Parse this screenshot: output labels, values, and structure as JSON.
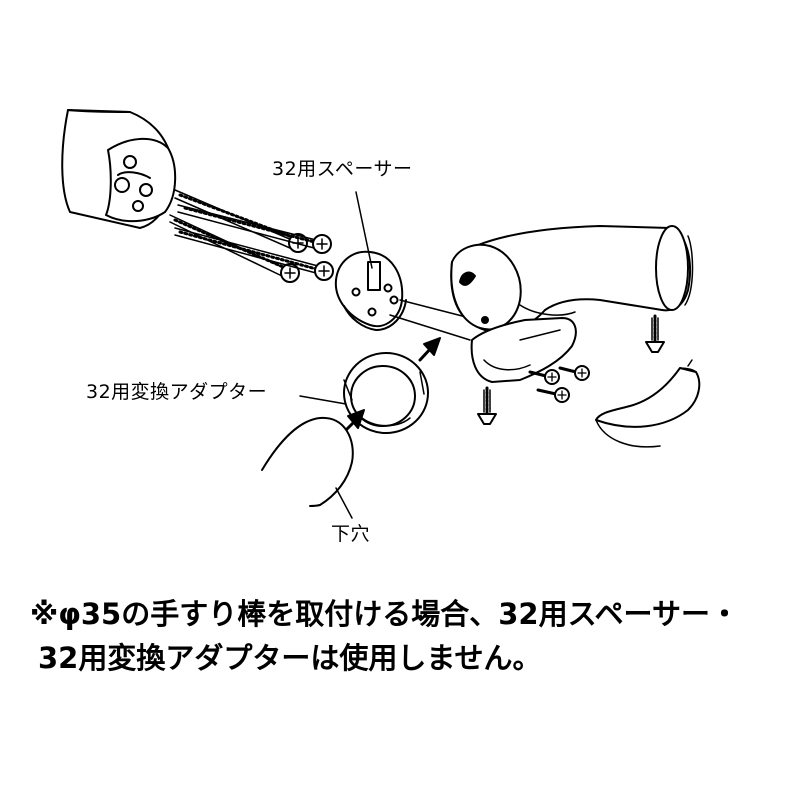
{
  "labels": {
    "spacer": "32用スペーサー",
    "adapter": "32用変換アダプター",
    "lower_hole": "下穴"
  },
  "note": {
    "line1": "※φ35の手すり棒を取付ける場合、32用スペーサー・",
    "line2": "32用変換アダプターは使用しません。"
  }
}
